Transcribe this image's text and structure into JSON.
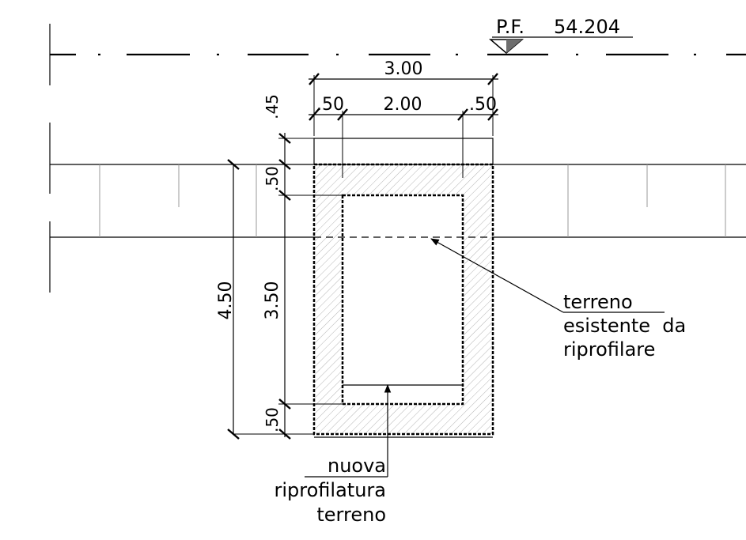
{
  "elevation": {
    "label": "P.F.",
    "value": "54.204"
  },
  "dimensions": {
    "total_width": "3.00",
    "inner_width": "2.00",
    "left_wall": ".50",
    "right_wall": ".50",
    "cover_depth": ".45",
    "top_slab": ".50",
    "total_height": "4.50",
    "inner_height": "3.50",
    "bottom_slab": ".50"
  },
  "annotations": {
    "existing_ground": [
      "terreno",
      "esistente  da",
      "riprofilare"
    ],
    "new_ground": [
      "nuova",
      "riprofilatura",
      "terreno"
    ]
  },
  "colors": {
    "line": "#000000",
    "hatch": "#9a9a9a",
    "guide": "#888888",
    "background": "#ffffff"
  }
}
